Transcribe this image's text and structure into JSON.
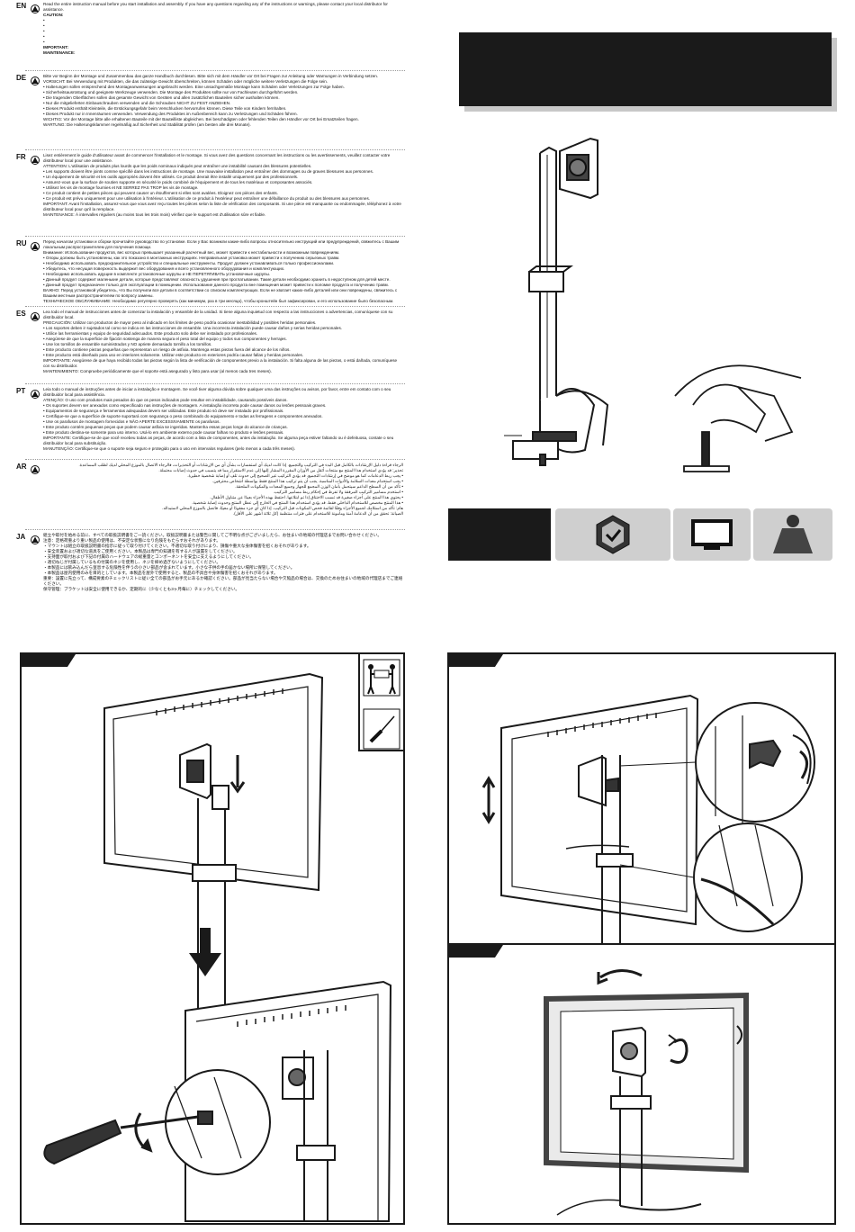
{
  "languages": [
    {
      "code": "EN",
      "lines": [
        {
          "t": "Read the entire instruction manual before you start installation and assembly. If you have any questions regarding any of the instructions or warnings, please contact your local distributor for assistance.",
          "b": false
        },
        {
          "t": "CAUTION:",
          "b": true
        },
        {
          "t": "•",
          "b": false
        },
        {
          "t": "•",
          "b": false
        },
        {
          "t": "•",
          "b": false
        },
        {
          "t": "•",
          "b": false
        },
        {
          "t": "•",
          "b": false
        },
        {
          "t": "IMPORTANT:",
          "b": true
        },
        {
          "t": "MAINTENANCE:",
          "b": true
        }
      ]
    },
    {
      "code": "DE",
      "lines": [
        {
          "t": "Bitte vor Beginn der Montage und Zusammenbau das ganze Handbuch durchlesen. Bitte sich mit dem Händler vor Ort bei Fragen zur Anleitung oder Warnungen in Verbindung setzen.",
          "b": false
        },
        {
          "t": "VORSICHT: Bei Verwendung mit Produkten, die das zulässige Gewicht überschreiten, können Schäden oder mögliche weitere Verletzungen die Folge sein.",
          "b": false
        },
        {
          "t": "• Halterungen sollen entsprechend den Montageanweisungen angebracht werden. Eine unsachgemäße Montage kann Schäden oder Verletzungen zur Folge haben.",
          "b": false
        },
        {
          "t": "• Sicherheitsausrüstung und geeignete Werkzeuge verwenden. Die Montage des Produktes sollte nur von Fachleuten durchgeführt werden.",
          "b": false
        },
        {
          "t": "• Die tragenden Oberflächen sollen das gesamte Gewicht von Geräten und allen zusätzlichen Bauteilen sicher aushalten können.",
          "b": false
        },
        {
          "t": "• Nur die mitgelieferten Einbauschrauben verwenden und die Schrauben NICHT ZU FEST ANZIEHEN.",
          "b": false
        },
        {
          "t": "• Dieses Produkt enthält Kleinteile, die Erstickungsgefahr beim Verschlucken hervorrufen können. Diese Teile von Kindern fernhalten.",
          "b": false
        },
        {
          "t": "• Dieses Produkt nur in Innenräumen verwenden. Verwendung des Produktes im Außenbereich kann zu Verletzungen und Schäden führen.",
          "b": false
        },
        {
          "t": "WICHTIG: Vor der Montage bitte alle erhaltenen Bauteile mit der Bauteilliste abgleichen. Bei beschädigten oder fehlenden Teilen den Händler vor Ort bei Ersatzteilen fragen.",
          "b": false
        },
        {
          "t": "WARTUNG: Die Halterungsklammer regelmäßig auf Sicherheit und Stabilität prüfen (am besten alle drei Monate).",
          "b": false
        }
      ]
    },
    {
      "code": "FR",
      "lines": [
        {
          "t": "Lisez entièrement le guide d'utilisateur avant de commencer l'installation et le montage. Si vous avez des questions concernant les instructions ou les avertissements, veuillez contacter votre distributeur local pour une assistance.",
          "b": false
        },
        {
          "t": "ATTENTION: L'utilisation de produits plus lourds que les poids nominaux indiqués peut entraîner une instabilité causant des blessures potentielles.",
          "b": false
        },
        {
          "t": "• Les supports doivent être joints comme spécifié dans les instructions de montage. Une mauvaise installation peut entraîner des dommages ou de graves blessures aux personnes.",
          "b": false
        },
        {
          "t": "• Un équipement de sécurité et les outils appropriés doivent être utilisés. Ce produit devrait être installé uniquement par des professionnels.",
          "b": false
        },
        {
          "t": "• Assurez-vous que la surface de soutien supporte en sécurité le poids combiné de l'équipement et de tous les matériaux et composantes associés.",
          "b": false
        },
        {
          "t": "• Utilisez les vis de montage fournies et NE SERREZ PAS TROP les vis de montage.",
          "b": false
        },
        {
          "t": "• Ce produit contient de petites pièces qui peuvent causer un étouffement si elles sont avalées. Eloignez ces pièces des enfants.",
          "b": false
        },
        {
          "t": "• Ce produit est prévu uniquement pour une utilisation à l'intérieur. L'utilisation de ce produit à l'extérieur peut entraîner une défaillance du produit ou des blessures aux personnes.",
          "b": false
        },
        {
          "t": "IMPORTANT: Avant l'installation, assurez-vous que vous avez reçu toutes les pièces selon la liste de vérification des composants. Si une pièce est manquante ou endommagée, téléphonez à votre distributeur local pour qu'il la remplace.",
          "b": false
        },
        {
          "t": "MAINTENANCE: À intervalles réguliers (au moins tous les trois mois) vérifiez que le support est d'utilisation sûre et fiable.",
          "b": false
        }
      ]
    },
    {
      "code": "RU",
      "lines": [
        {
          "t": "Перед началом установки и сборки прочитайте руководство по установке. Если у Вас возникли какие-либо вопросы относительно инструкций или предупреждений, свяжитесь с Вашим локальным распространителем для получения помощи.",
          "b": false
        },
        {
          "t": "Внимание: Использование продуктов, вес которых превышает указанный расчетный вес, может привести к нестабильности и возможным повреждениям.",
          "b": false
        },
        {
          "t": "• Опоры должны быть установлены, как это показано в монтажных инструкциях. Неправильная установка может привести к получению серьезных травм.",
          "b": false
        },
        {
          "t": "• Необходимо использовать предохранительное устройство и специальные инструменты. Продукт должен устанавливаться только профессионалами.",
          "b": false
        },
        {
          "t": "• Убедитесь, что несущая поверхность выдержит вес оборудования и всего установленного оборудования и комплектующих.",
          "b": false
        },
        {
          "t": "• Необходимо использовать идущие в комплекте установочные шурупы и НЕ ПЕРЕТЯГИВАТЬ установочные шурупы.",
          "b": false
        },
        {
          "t": "• Данный продукт содержит маленькие детали, которые представляют опасность удушения при проглатывании. Такие детали необходимо хранить в недоступном для детей месте.",
          "b": false
        },
        {
          "t": "• Данный продукт предназначен только для эксплуатации в помещении. Использование данного продукта вне помещения может привести к поломке продукта и получению травм.",
          "b": false
        },
        {
          "t": "ВАЖНО: Перед установкой убедитесь, что Вы получили все детали в соответствии со списком комплектующих. Если не хватает каких-либо деталей или они повреждены, свяжитесь с Вашим местным распространителем по вопросу замены.",
          "b": false
        },
        {
          "t": "ТЕХНИЧЕСКОЕ ОБСЛУЖИВАНИЕ: Необходимо регулярно проверять (как минимум, раз в три месяца), чтобы кронштейн был зафиксирован, и его использование было безопасным.",
          "b": false
        }
      ]
    },
    {
      "code": "ES",
      "lines": [
        {
          "t": "Lea todo el manual de instrucciones antes de comenzar la instalación y ensamble de la unidad. Si tiene alguna inquietud con respecto a las instrucciones o advertencias, comuníquese con su distribuidor local.",
          "b": false
        },
        {
          "t": "PRECAUCIÓN: Utilizar con productos de mayor peso al indicado en los límites de peso podría ocasionar inestabilidad y posibles heridas personales.",
          "b": false
        },
        {
          "t": "• Los soportes deben ir sujetados tal como se indica en las instrucciones de ensamble. Una incorrecta instalación puede causar daños y serias heridas personales.",
          "b": false
        },
        {
          "t": "• Utilice las herramientas y equipo de seguridad adecuados. Este producto solo debe ser instalado por profesionales.",
          "b": false
        },
        {
          "t": "• Asegúrese de que la superficie de fijación sostenga de manera segura el peso total del equipo y todos sus componentes y herrajes.",
          "b": false
        },
        {
          "t": "• Use los tornillos de ensamble suministrados y NO apriete demasiado tornillo a los tornillos.",
          "b": false
        },
        {
          "t": "• Este producto contiene piezas pequeñas que representan un riesgo de asfixia. Mantenga estas piezas fuera del alcance de los niños.",
          "b": false
        },
        {
          "t": "• Este producto está diseñado para uso en interiores solamente. Utilizar este producto en exteriores podría causar fallas y heridas personales.",
          "b": false
        },
        {
          "t": "IMPORTANTE: Asegúrese de que haya recibido todas las piezas según la lista de verificación de componentes previo a la instalación. Si falta alguna de las piezas, o está dañada, comuníquese con su distribuidor.",
          "b": false
        },
        {
          "t": "MANTENIMIENTO: Compruebe periódicamente que el soporte está asegurado y listo para usar (al menos cada tres meses).",
          "b": false
        }
      ]
    },
    {
      "code": "PT",
      "lines": [
        {
          "t": "Leia todo o manual de instruções antes de iniciar a instalação e montagem. Se você tiver alguma dúvida sobre qualquer uma das instruções ou avisos, por favor, entre em contato com o seu distribuidor local para assistência.",
          "b": false
        },
        {
          "t": "ATENÇÃO: O uso com produtos mais pesados do que os pesos indicados pode resultar em instabilidade, causando possíveis danos.",
          "b": false
        },
        {
          "t": "• Os suportes devem ser anexados como especificado nas instruções de montagem. A instalação incorreta pode causar danos ou lesões pessoais graves.",
          "b": false
        },
        {
          "t": "• Equipamentos de segurança e ferramentas adequadas devem ser utilizadas. Este produto só deve ser instalado por profissionais.",
          "b": false
        },
        {
          "t": "• Certifique-se que a superfície de suporte suportará com segurança o peso combinado do equipamento e todas as ferragens e componentes anexados.",
          "b": false
        },
        {
          "t": "• Use os parafusos de montagem fornecidos e NÃO APERTE EXCESSIVAMENTE os parafusos.",
          "b": false
        },
        {
          "t": "• Este produto contém pequenas peças que podem causar asfixia se ingeridas. Mantenha essas peças longe do alcance de crianças.",
          "b": false
        },
        {
          "t": "• Este produto destina-se somente para uso interno. Usá-lo em ambiente externo pode causar falhas no produto e lesões pessoais.",
          "b": false
        },
        {
          "t": "IMPORTANTE: Certifique-se de que você recebeu todas as peças, de acordo com a lista de componentes, antes da instalação. Se alguma peça estiver faltando ou é defeituosa, contate o seu distribuidor local para substituição.",
          "b": false
        },
        {
          "t": "MANUTENÇÃO: Certifique-se que o suporte seja seguro e protegido para o uso em intervalos regulares (pelo menos a cada três meses).",
          "b": false
        }
      ]
    },
    {
      "code": "AR",
      "lines": [
        {
          "t": "الرجاء قراءة دليل الإرشادات بالكامل قبل البدء في التركيب والتجميع. إذا كانت لديك أي استفسارات بشأن أي من الإرشادات أو التحذيرات، فالرجاء الاتصال بالموزع المحلي لديك لطلب المساعدة.",
          "b": false
        },
        {
          "t": "تحذير: قد يؤدي استخدام هذا المنتج مع منتجات أثقل من الأوزان المقررة المشار إليها إلى عدم الاستقرار مما قد يتسبب في حدوث إصابات محتملة.",
          "b": false
        },
        {
          "t": "• يجب ربط الدعامات كما هو موضح في إرشادات التجميع. قد يؤدي التركيب غير الصحيح إلى حدوث تلف أو إصابة شخصية خطيرة.",
          "b": false
        },
        {
          "t": "• يجب استخدام معدات السلامة والأدوات المناسبة. يجب أن يتم تركيب هذا المنتج فقط بواسطة أشخاص محترفين.",
          "b": false
        },
        {
          "t": "• تأكد من أن السطح الداعم سيتحمل بأمان الوزن المجمع للجهاز وجميع المعدات والمكونات الملحقة.",
          "b": false
        },
        {
          "t": "• استخدم مسامير التركيب المرفقة ولا تفرط في إحكام ربط مسامير التركيب.",
          "b": false
        },
        {
          "t": "• يحتوي هذا المنتج على أجزاء صغيرة قد تسبب الاختناق إذا تم ابتلاعها. احتفظ بهذه الأجزاء بعيدًا عن متناول الأطفال.",
          "b": false
        },
        {
          "t": "• هذا المنتج مخصص للاستخدام الداخلي فقط. قد يؤدي استخدام هذا المنتج في الخارج إلى عطل المنتج وحدوث إصابة شخصية.",
          "b": false
        },
        {
          "t": "هام: تأكد من استلامك لجميع الأجزاء وفقًا لقائمة فحص المكونات قبل التركيب. إذا كان أي جزء مفقودًا أو معيبًا، فاتصل بالموزع المحلي لاستبداله.",
          "b": false
        },
        {
          "t": "الصيانة: تحقق من أن الدعامة آمنة ومأمونة للاستخدام على فترات منتظمة (كل ثلاثة أشهر على الأقل).",
          "b": false
        }
      ]
    },
    {
      "code": "JA",
      "lines": [
        {
          "t": "組立や取付を始める前に、すべての取扱説明書をご一読ください。取扱説明書または警告に関してご不明な点がございましたら、お住まいの地域の代理店までお問い合わせください。",
          "b": false
        },
        {
          "t": "注意：定格荷重より重い製品の使用は、不安定な状態になり危険をもたらすおそれがあります。",
          "b": false
        },
        {
          "t": "・マウントは組立の取扱説明書の指示に従って取り付けてください。不適切な取り付けにより、損傷や重大な身体傷害を招くおそれがあります。",
          "b": false
        },
        {
          "t": "・安全装置および適切な道具をご使用ください。本製品は専門の知識を有する人が設置をしてください。",
          "b": false
        },
        {
          "t": "・支持面が取付および下記の付属のハードウェアの総重量とコンポーネントを安全に支えるようにしてください。",
          "b": false
        },
        {
          "t": "・適切ねじが付属しているもの付属のネジを使用し、ネジを締め過ぎないようにしてください。",
          "b": false
        },
        {
          "t": "・本製品には飲み込んだら窒息する危険性を伴うの小さい部品が含まれています。小さな子供の手の届かない場所に保管してください。",
          "b": false
        },
        {
          "t": "・本製品は屋内使用のみを目的としています。本製品を屋外で使用すると、製品の不具合や身体傷害を招くおそれがあります。",
          "b": false
        },
        {
          "t": "重要：設置に先立って、構成要素のチェックリストに従い全ての部品がお手元にあるか確認ください。部品が見当たらない場合や欠陥品の場合は、交換のためお住まいの地域の代理店までご連絡ください。",
          "b": false
        },
        {
          "t": "保守管理：ブラケットは安全に使用できるか、定期的に（少なくとも3ヶ月毎に）チェックしてください。",
          "b": false
        }
      ]
    }
  ],
  "icons": {
    "left_languages": "warning-triangle-icon",
    "feature_1": "shield-badge-icon",
    "feature_2": "monitor-icon",
    "feature_3": "weight-icon",
    "step_1_tools": [
      "two-person-lift-icon",
      "screwdriver-icon"
    ]
  },
  "colors": {
    "band": "#1a1a1a",
    "shadow": "#c8c8c8",
    "line": "#1a1a1a"
  }
}
